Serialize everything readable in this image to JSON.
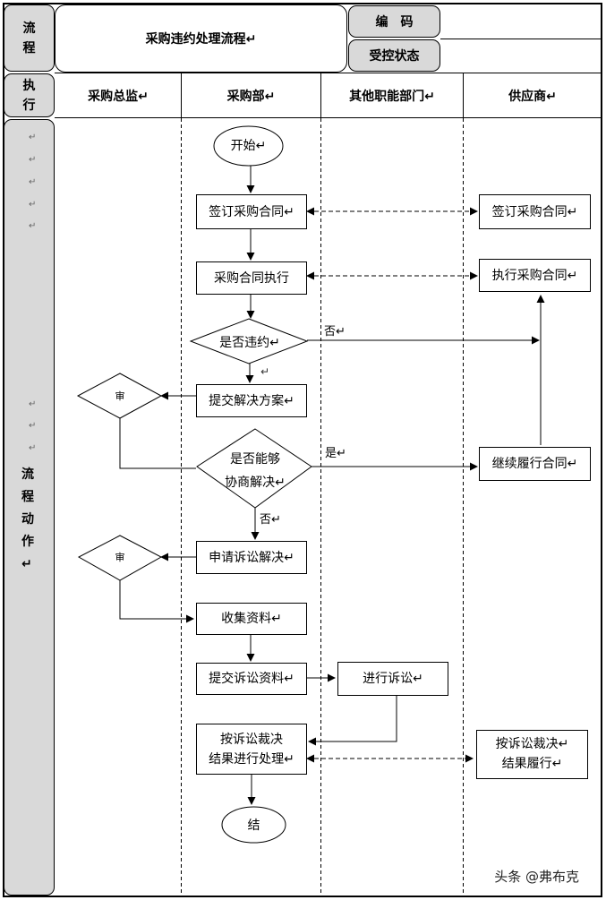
{
  "header": {
    "left_label": "流程",
    "title": "采购违约处理流程↵",
    "code_label": "编　码",
    "code_value": "",
    "status_label": "受控状态",
    "status_value": ""
  },
  "lanes_row": {
    "left_label": "执行",
    "lanes": [
      "采购总监↵",
      "采购部↵",
      "其他职能部门↵",
      "供应商↵"
    ]
  },
  "sidebar": {
    "marks_top": [
      "↵",
      "↵",
      "↵",
      "↵",
      "↵"
    ],
    "marks_mid": [
      "↵",
      "↵",
      "↵"
    ],
    "label": "流程动作↵"
  },
  "nodes": {
    "start": "开始↵",
    "sign_contract": "签订采购合同↵",
    "sign_contract_supplier": "签订采购合同↵",
    "exec_contract": "采购合同执行",
    "exec_contract_supplier": "执行采购合同↵",
    "is_breach": "是否违约↵",
    "submit_solution": "提交解决方案↵",
    "review_1": "审",
    "can_negotiate_1": "是否能够",
    "can_negotiate_2": "协商解决↵",
    "continue_contract": "继续履行合同↵",
    "apply_lawsuit": "申请诉讼解决↵",
    "review_2": "审",
    "collect_data": "收集资料↵",
    "submit_lawsuit_data": "提交诉讼资料↵",
    "do_lawsuit": "进行诉讼↵",
    "handle_ruling_1": "按诉讼裁决",
    "handle_ruling_2": "结果进行处理↵",
    "supplier_ruling_1": "按诉讼裁决↵",
    "supplier_ruling_2": "结果履行↵",
    "end": "结"
  },
  "edge_labels": {
    "breach_no": "否↵",
    "breach_yes_mark": "↵",
    "negotiate_yes": "是↵",
    "negotiate_no": "否↵"
  },
  "watermark": "头条 @弗布克"
}
